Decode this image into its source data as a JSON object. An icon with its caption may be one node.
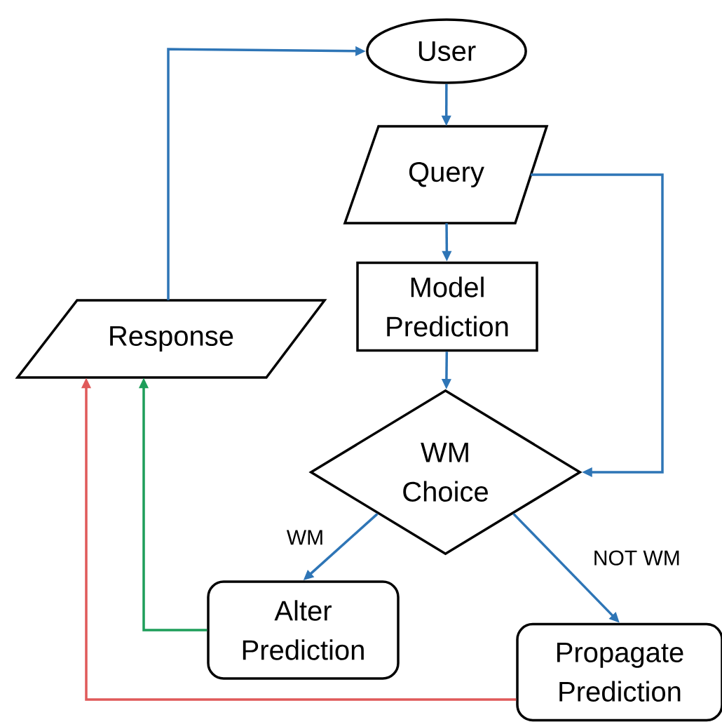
{
  "diagram": {
    "nodes": [
      {
        "text": [
          "User"
        ]
      },
      {
        "text": [
          "Query"
        ]
      },
      {
        "text": [
          "Model Prediction"
        ]
      },
      {
        "text": [
          "WM Choice"
        ]
      },
      {
        "text": [
          "Response"
        ]
      },
      {
        "text": [
          "Alter Prediction"
        ]
      },
      {
        "text": [
          "Propagate Prediction"
        ]
      }
    ],
    "edges": [
      {
        "from": 0,
        "to": 1,
        "arrow": "to"
      },
      {
        "from": 1,
        "to": 2,
        "arrow": "to"
      },
      {
        "from": 2,
        "to": 3,
        "arrow": "to"
      },
      {
        "from": 1,
        "to": 3,
        "arrow": "to"
      },
      {
        "from": 3,
        "to": 5,
        "arrow": "to",
        "label": "WM"
      },
      {
        "from": 3,
        "to": 6,
        "arrow": "to",
        "label": "NOT WM"
      },
      {
        "from": 5,
        "to": 4,
        "arrow": "to",
        "color": "#1e9e5a"
      },
      {
        "from": 6,
        "to": 4,
        "arrow": "to",
        "color": "#e05a5a"
      },
      {
        "from": 4,
        "to": 0,
        "arrow": "to"
      }
    ]
  }
}
